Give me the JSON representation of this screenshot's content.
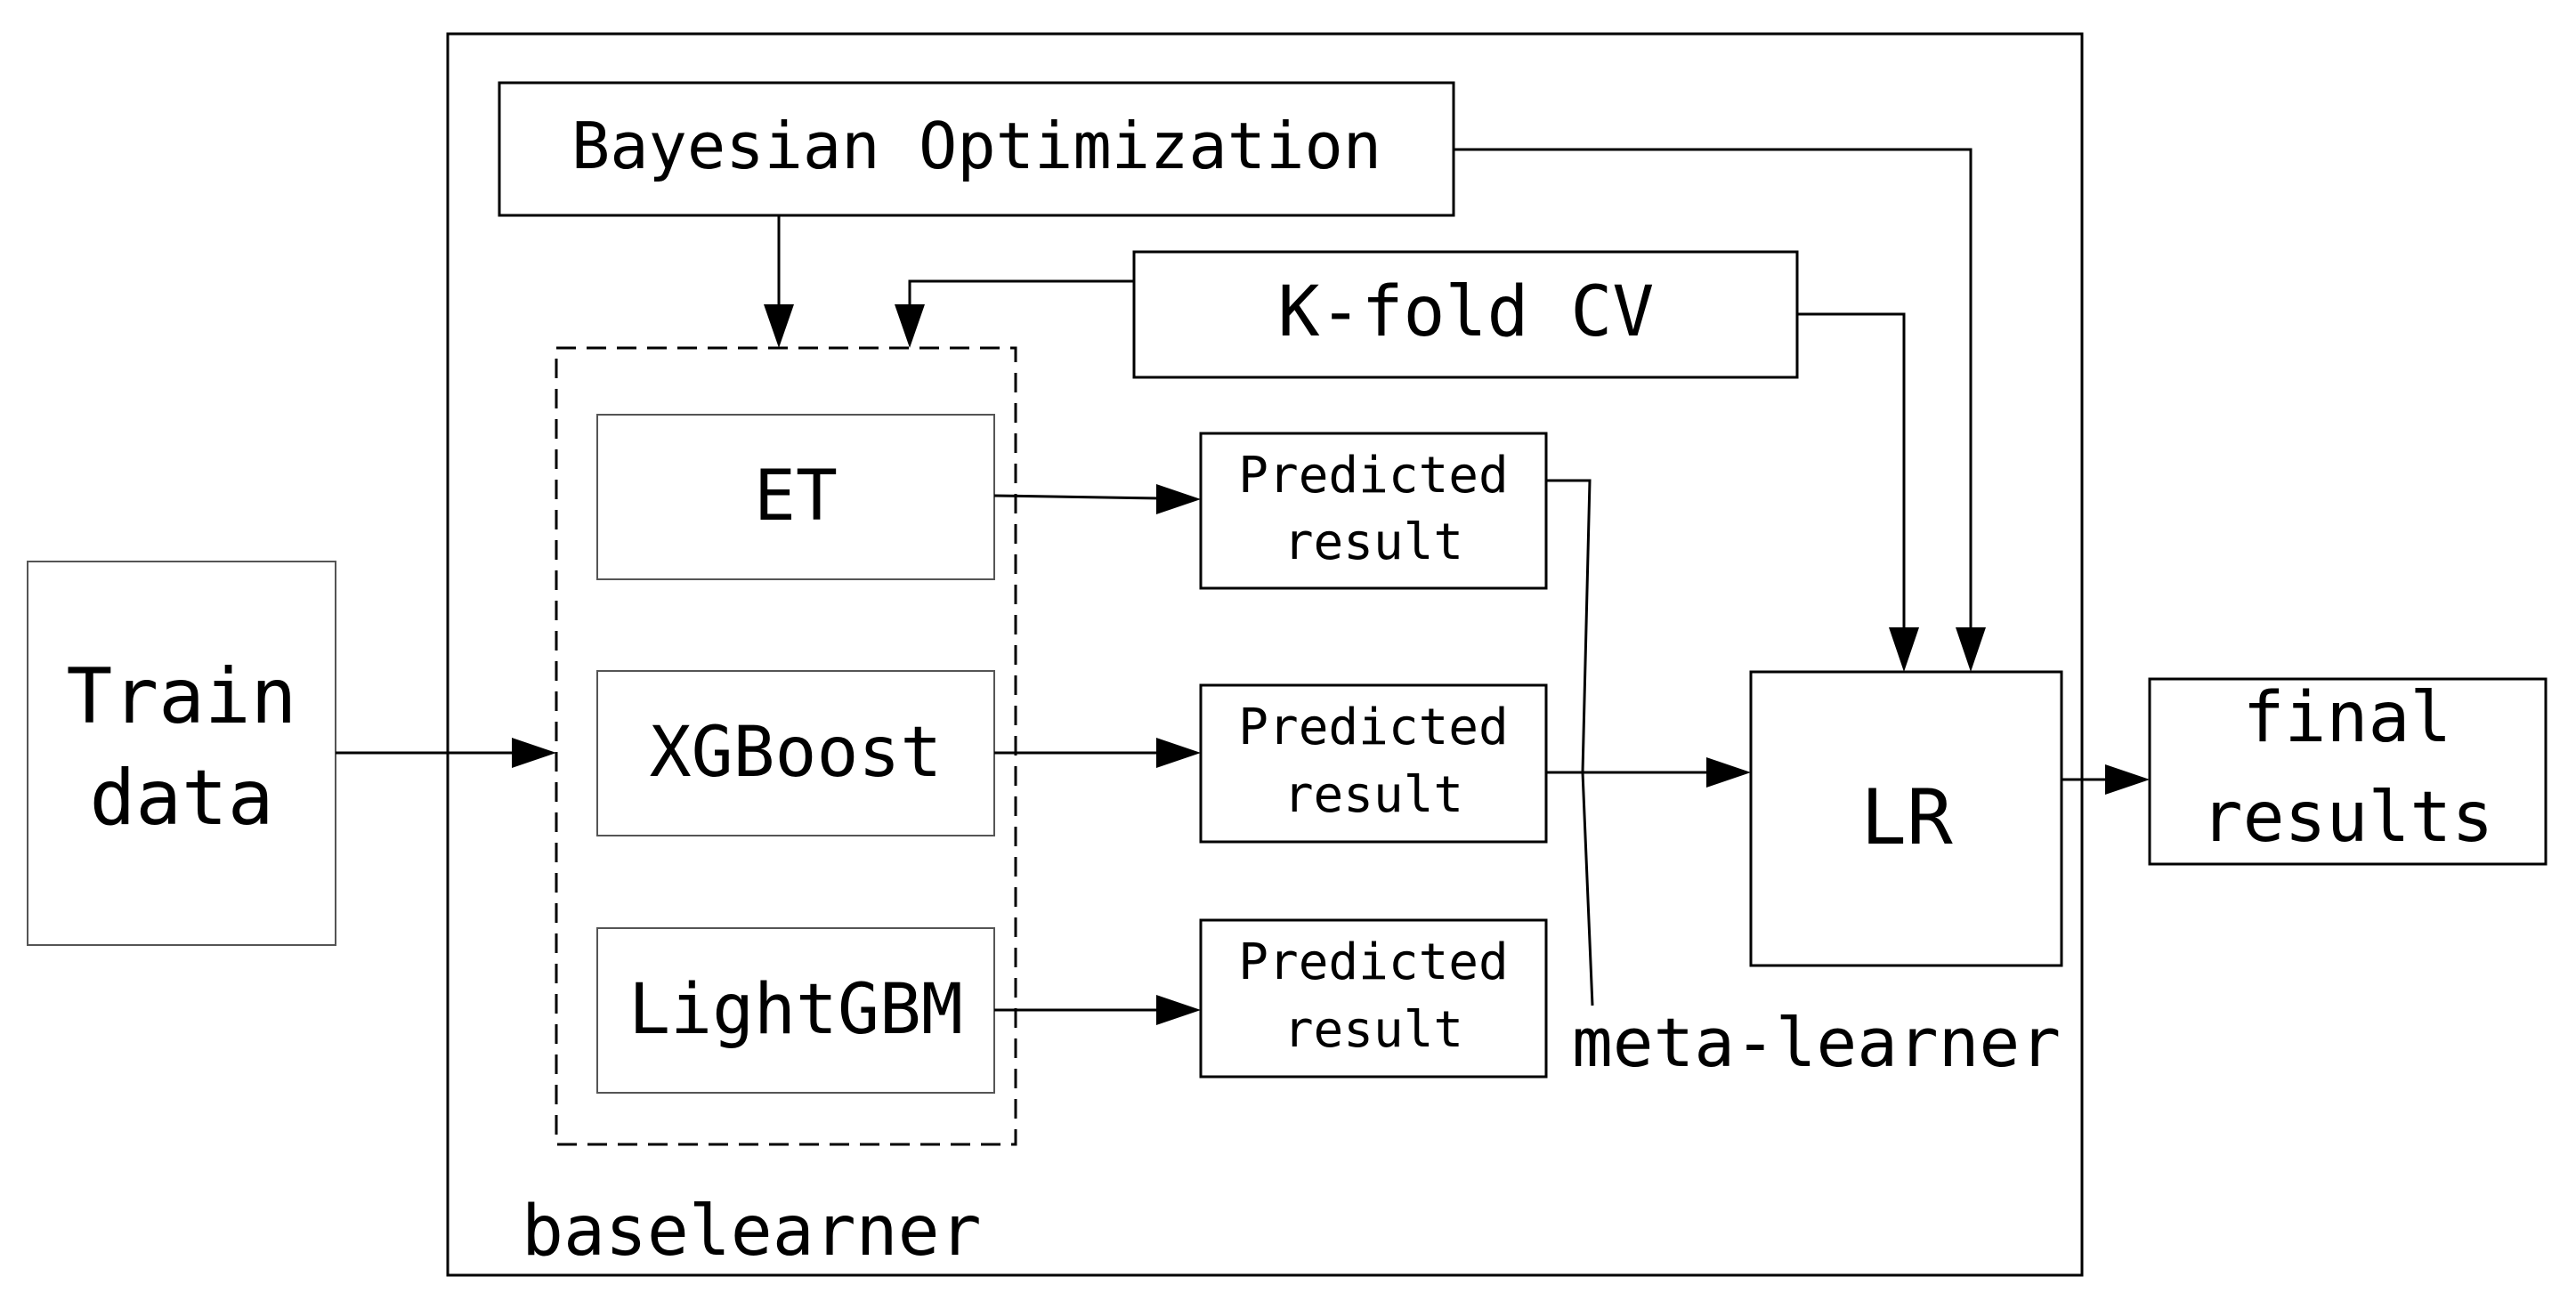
{
  "nodes": {
    "train_data": {
      "line1": "Train",
      "line2": "data"
    },
    "bayesian": {
      "label": "Bayesian Optimization"
    },
    "kfold": {
      "label": "K-fold CV"
    },
    "et": {
      "label": "ET"
    },
    "xgboost": {
      "label": "XGBoost"
    },
    "lightgbm": {
      "label": "LightGBM"
    },
    "pred1": {
      "line1": "Predicted",
      "line2": "result"
    },
    "pred2": {
      "line1": "Predicted",
      "line2": "result"
    },
    "pred3": {
      "line1": "Predicted",
      "line2": "result"
    },
    "lr": {
      "label": "LR"
    },
    "final": {
      "line1": "final",
      "line2": "results"
    }
  },
  "groups": {
    "base_learner_label": "baselearner",
    "meta_learner_label": "meta-learner"
  },
  "colors": {
    "stroke": "#000000",
    "background": "#ffffff"
  }
}
